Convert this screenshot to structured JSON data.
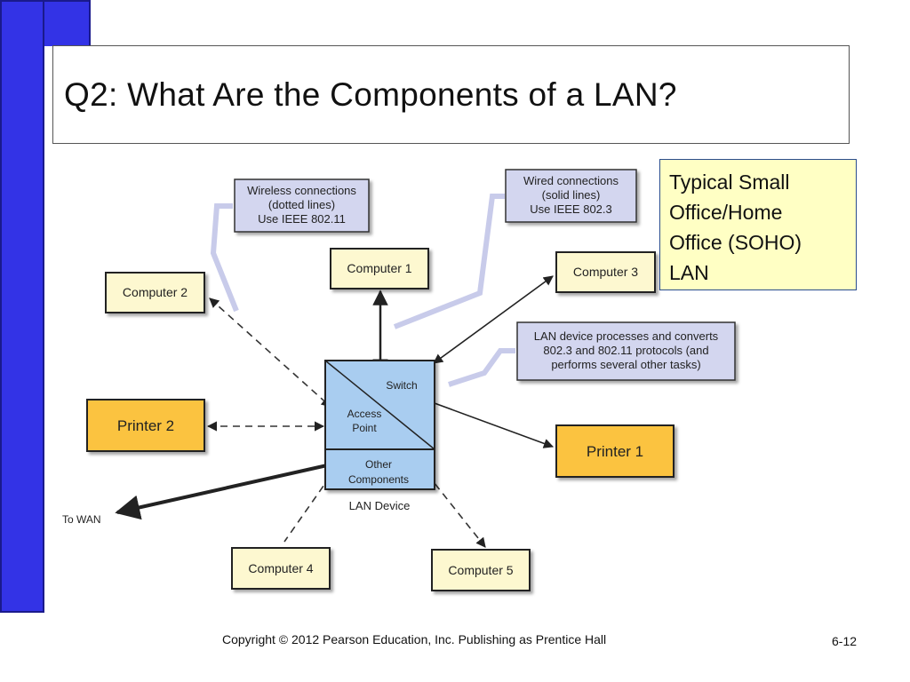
{
  "title": "Q2:  What Are the Components of a LAN?",
  "soho_caption": [
    "Typical Small",
    "Office/Home",
    "Office (SOHO)",
    "LAN"
  ],
  "callouts": {
    "wireless": [
      "Wireless connections",
      "(dotted lines)",
      "Use IEEE 802.11"
    ],
    "wired": [
      "Wired connections",
      "(solid lines)",
      "Use IEEE 802.3"
    ],
    "lan_device_note": [
      "LAN device processes and converts",
      "802.3 and 802.11 protocols (and",
      "performs several other tasks)"
    ]
  },
  "nodes": {
    "computer1": "Computer 1",
    "computer2": "Computer 2",
    "computer3": "Computer 3",
    "computer4": "Computer 4",
    "computer5": "Computer 5",
    "printer1": "Printer 1",
    "printer2": "Printer 2"
  },
  "lan_device": {
    "switch": "Switch",
    "access_point": [
      "Access",
      "Point"
    ],
    "other_components": [
      "Other",
      "Components"
    ],
    "label": "LAN Device"
  },
  "to_wan": "To WAN",
  "footer": {
    "copyright": "Copyright © 2012 Pearson Education, Inc. Publishing as Prentice Hall",
    "page": "6-12"
  },
  "colors": {
    "slide_blue": "#3333e6",
    "callout_fill": "#d3d6ef",
    "computer_fill": "#fdf8d0",
    "printer_fill": "#fbc33f",
    "device_fill": "#a9cdf0",
    "soho_fill": "#ffffc4"
  }
}
